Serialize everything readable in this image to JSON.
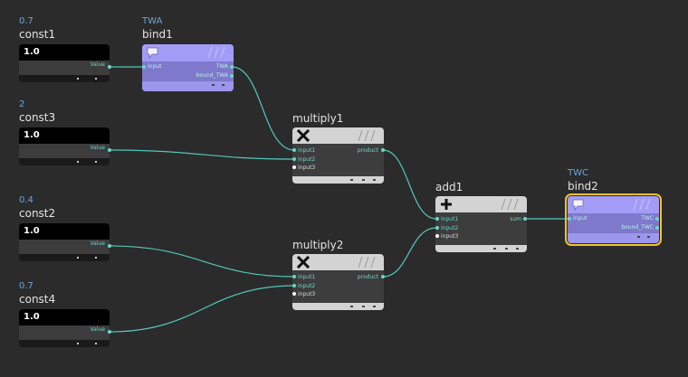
{
  "colors": {
    "wire": "#52c6bb",
    "bind": "#9c96ec",
    "selection": "#f2c230",
    "tag": "#6fa4dc"
  },
  "nodes": {
    "const1": {
      "tag": "0.7",
      "title": "const1",
      "value": "1.0",
      "out_label": "Value"
    },
    "const3": {
      "tag": "2",
      "title": "const3",
      "value": "1.0",
      "out_label": "Value"
    },
    "const2": {
      "tag": "0.4",
      "title": "const2",
      "value": "1.0",
      "out_label": "Value"
    },
    "const4": {
      "tag": "0.7",
      "title": "const4",
      "value": "1.0",
      "out_label": "Value"
    },
    "bind1": {
      "tag": "TWA",
      "title": "bind1",
      "in_label": "input",
      "out1": "TWA",
      "out2": "bound_TWA",
      "icon": "speech-bubble-icon"
    },
    "multiply1": {
      "title": "multiply1",
      "in1": "input1",
      "in2": "input2",
      "in3": "input3",
      "out": "product",
      "icon": "multiply-icon"
    },
    "multiply2": {
      "title": "multiply2",
      "in1": "input1",
      "in2": "input2",
      "in3": "input3",
      "out": "product",
      "icon": "multiply-icon"
    },
    "add1": {
      "title": "add1",
      "in1": "input1",
      "in2": "input2",
      "in3": "input3",
      "out": "sum",
      "icon": "plus-icon"
    },
    "bind2": {
      "tag": "TWC",
      "title": "bind2",
      "in_label": "input",
      "out1": "TWC",
      "out2": "bound_TWC",
      "icon": "speech-bubble-icon"
    }
  }
}
